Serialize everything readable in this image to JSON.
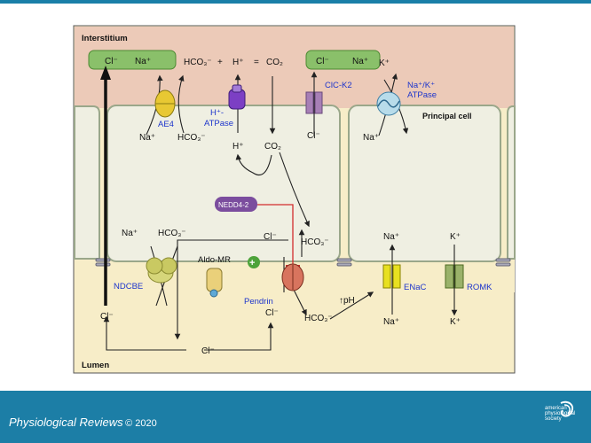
{
  "regions": {
    "interstitium": "Interstitium",
    "lumen": "Lumen",
    "principal_cell": "Principal cell"
  },
  "transporters": {
    "ae4": "AE4",
    "h_atpase_line1": "H⁺-",
    "h_atpase_line2": "ATPase",
    "clc_k2": "ClC-K2",
    "nak_line1": "Na⁺/K⁺",
    "nak_line2": "ATPase",
    "ndcbe": "NDCBE",
    "aldo_mr": "Aldo-MR",
    "pendrin": "Pendrin",
    "enac": "ENaC",
    "romk": "ROMK",
    "nedd": "NEDD4-2"
  },
  "ions": {
    "cl": "Cl⁻",
    "na": "Na⁺",
    "k": "K⁺",
    "hco3": "HCO₃⁻",
    "h": "H⁺",
    "co2": "CO₂",
    "plus": "+",
    "equals": "=",
    "ph": "↑pH"
  },
  "footer": {
    "journal": "Physiological Reviews",
    "copyright": "© 2020",
    "logo_text": "american physiological society"
  },
  "colors": {
    "interstitium": "#eccab8",
    "lumen": "#f7edc8",
    "cell": "#efefe2",
    "green_box": "#8ac06a",
    "label_blue": "#1d35cc",
    "footer": "#1c7ea6",
    "nedd": "#7b4d9e",
    "pendrin": "#d8745e",
    "red_inhibit": "#d22c2c"
  }
}
